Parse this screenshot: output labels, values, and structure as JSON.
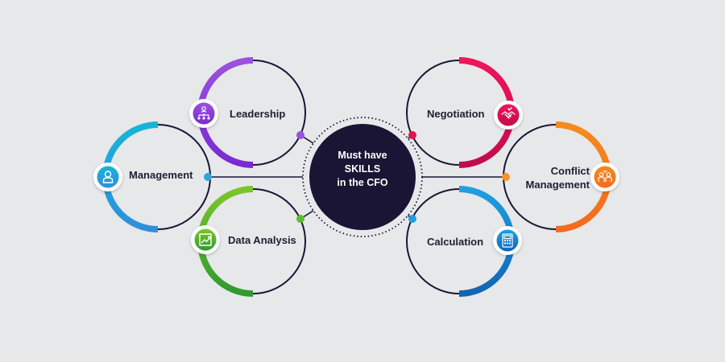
{
  "center": {
    "title": "Must have\nSKILLS\nin the CFO",
    "color": "#1a1534"
  },
  "colors": {
    "line": "#1a1534",
    "background": "#e7e8ea"
  },
  "skills": [
    {
      "id": "leadership",
      "label": "Leadership",
      "icon": "org-chart-icon",
      "color": "#9b51e0",
      "color2": "#7a2ad0"
    },
    {
      "id": "management",
      "label": "Management",
      "icon": "user-icon",
      "color": "#2ea6dc",
      "color2": "#18b4d8"
    },
    {
      "id": "data",
      "label": "Data Analysis",
      "icon": "chart-icon",
      "color": "#63b92e",
      "color2": "#2f9a2f"
    },
    {
      "id": "negotiation",
      "label": "Negotiation",
      "icon": "handshake-icon",
      "color": "#e8114f",
      "color2": "#c10c4a"
    },
    {
      "id": "conflict",
      "label": "Conflict\nManagement",
      "icon": "people-icon",
      "color": "#f7931e",
      "color2": "#f05a1e"
    },
    {
      "id": "calculation",
      "label": "Calculation",
      "icon": "calculator-icon",
      "color": "#1f9fe0",
      "color2": "#1165b5"
    }
  ]
}
